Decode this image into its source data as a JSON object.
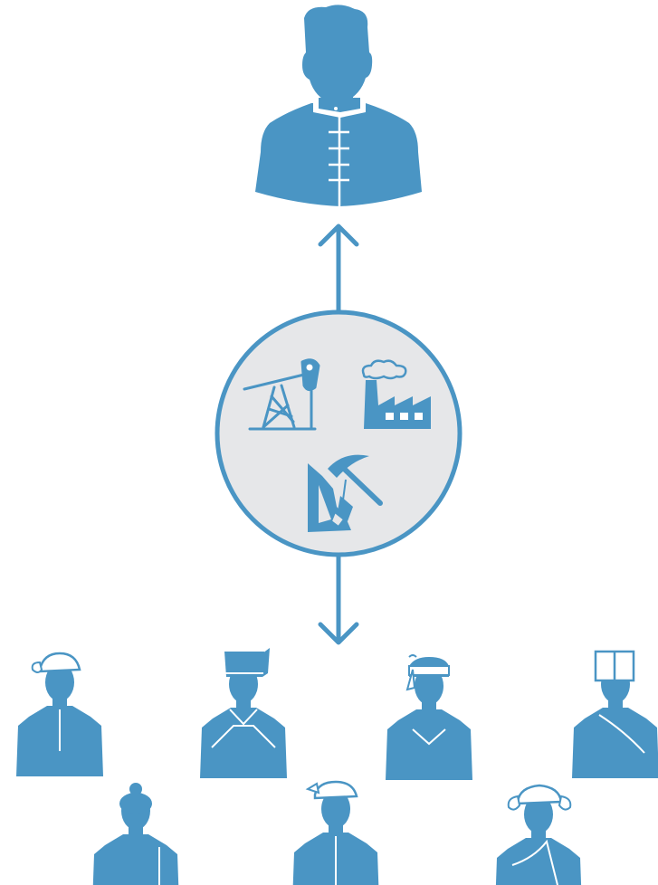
{
  "colors": {
    "primary": "#4a95c4",
    "hub_fill": "#e6e7e9",
    "background": "#ffffff",
    "detail": "#ffffff"
  },
  "diagram": {
    "top_figure": {
      "icon": "leader-person-icon"
    },
    "hub": {
      "icons": [
        "oil-pump-icon",
        "factory-icon",
        "mining-pickaxe-icon"
      ]
    },
    "connections": [
      {
        "from": "hub",
        "to": "top_figure",
        "direction": "up"
      },
      {
        "from": "hub",
        "to": "people",
        "direction": "down"
      }
    ],
    "people": [
      {
        "icon": "person-wrapped-turban-icon"
      },
      {
        "icon": "person-tall-hat-icon"
      },
      {
        "icon": "person-headband-icon"
      },
      {
        "icon": "person-box-hat-icon"
      },
      {
        "icon": "person-hair-bun-icon"
      },
      {
        "icon": "person-turban-icon"
      },
      {
        "icon": "person-wide-turban-icon"
      }
    ]
  }
}
